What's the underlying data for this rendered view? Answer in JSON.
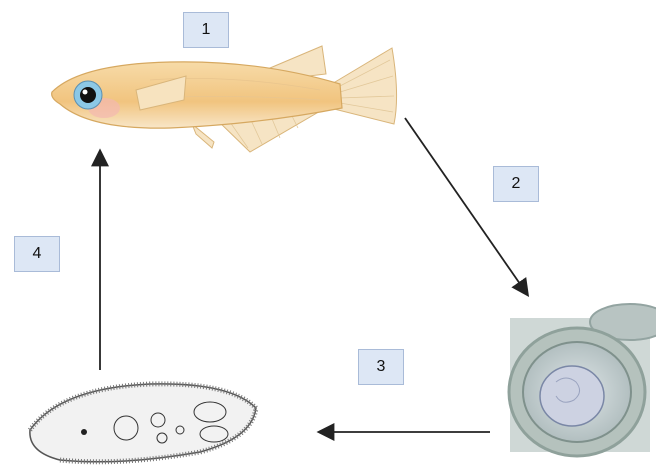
{
  "steps": [
    {
      "id": "1",
      "label": "1"
    },
    {
      "id": "2",
      "label": "2"
    },
    {
      "id": "3",
      "label": "3"
    },
    {
      "id": "4",
      "label": "4"
    }
  ],
  "colors": {
    "label_box_fill": "#dde7f5",
    "label_box_border": "#a9bbd8",
    "arrow": "#222222",
    "fish_body": "#f3cf95"
  },
  "icons": [
    "fish-illustration",
    "egg-micrograph",
    "larva-sketch"
  ]
}
